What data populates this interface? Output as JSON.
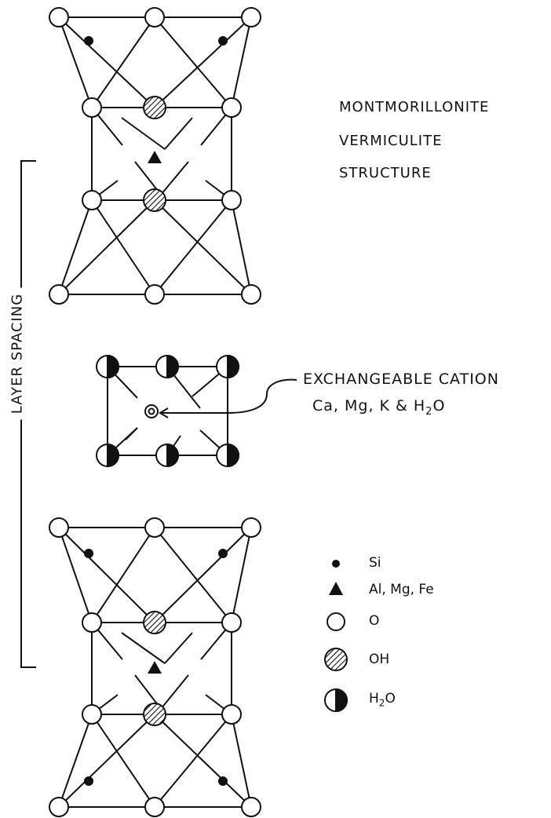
{
  "title": {
    "line1": "MONTMORILLONITE",
    "line2": "VERMICULITE",
    "line3": "STRUCTURE"
  },
  "layer_spacing_label": "LAYER SPACING",
  "callout": {
    "line1": "EXCHANGEABLE CATION",
    "line2_prefix": "Ca, Mg, K & H",
    "line2_sub": "2",
    "line2_suffix": "O"
  },
  "legend": {
    "si": "Si",
    "al_mg_fe": "Al, Mg, Fe",
    "o": "O",
    "oh": "OH",
    "h2o_prefix": "H",
    "h2o_sub": "2",
    "h2o_suffix": "O"
  }
}
